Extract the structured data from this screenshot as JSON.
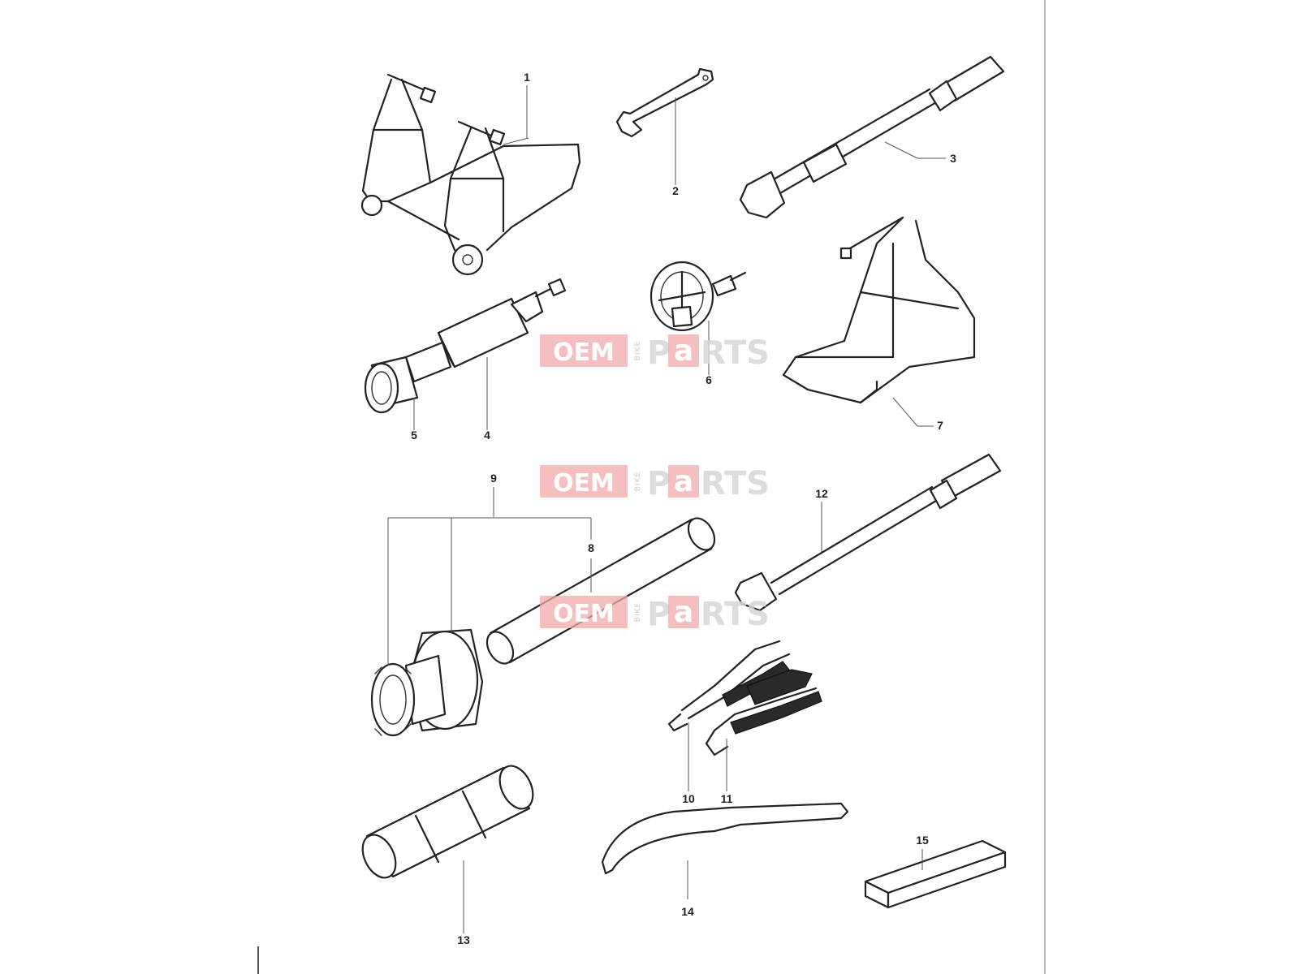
{
  "callouts": [
    "1",
    "2",
    "3",
    "4",
    "5",
    "6",
    "7",
    "8",
    "9",
    "10",
    "11",
    "12",
    "13",
    "14",
    "15"
  ],
  "watermark": {
    "oem": "OEM",
    "bike": "BIKE",
    "p": "P",
    "a": "a",
    "rts": "RTS"
  }
}
